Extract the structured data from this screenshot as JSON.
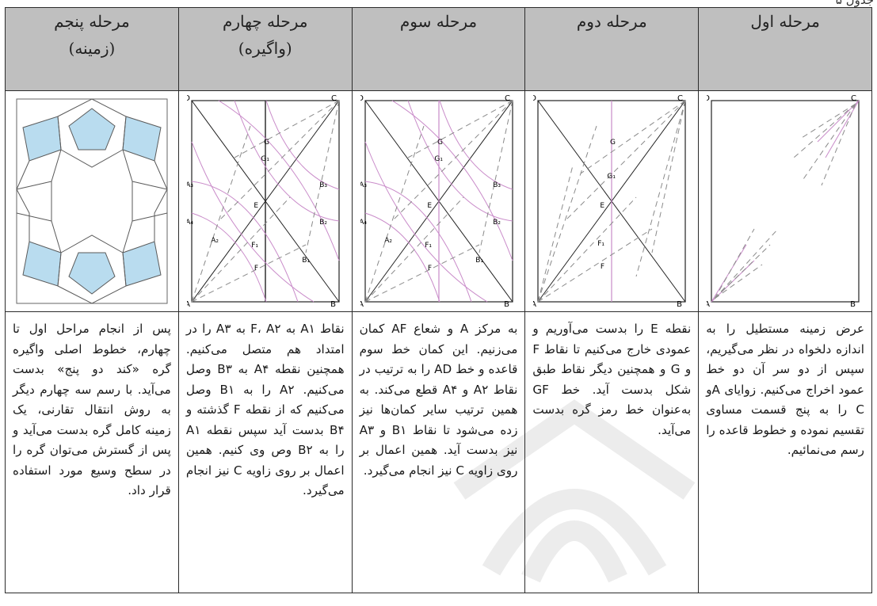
{
  "page_top_snippet": "جدول ۵",
  "columns": [
    {
      "header": [
        "مرحله اول"
      ],
      "text": "عرض زمینه مستطیل را به اندازه دلخواه در نظر می‌گیریم، سپس از دو سر آن دو خط عمود اخراج می‌کنیم. زوایای A‌و C را به پنج قسمت مساوی تقسیم نموده و خطوط قاعده را رسم می‌نمائیم."
    },
    {
      "header": [
        "مرحله دوم"
      ],
      "text": "نقطه E را بدست می‌آوریم و عمودی خارج می‌کنیم تا نقاط F و G و همچنین دیگر نقاط طبق شکل بدست آید. خط GF به‌عنوان خط رمز گره بدست می‌آید."
    },
    {
      "header": [
        "مرحله سوم"
      ],
      "text": "به مرکز A و شعاع AF کمان می‌زنیم. این کمان خط سوم قاعده و خط AD را به ترتیب در نقاط A۲ و A۴ قطع می‌کند. به همین ترتیب سایر کمان‌ها نیز زده می‌شود تا نقاط B۱ و A۳ نیز بدست آید. همین اعمال بر روی زاویه C نیز انجام می‌گیرد."
    },
    {
      "header": [
        "مرحله چهارم",
        "(واگیره)"
      ],
      "text": "نقاط A۱ به F، A۲ به A۳ را در امتداد هم متصل می‌کنیم. همچنین نقطه A۴ به B۳ وصل می‌کنیم. A۲ را به B۱ وصل می‌کنیم که از نقطه F گذشته و B۴ بدست آید سپس نقطه A۱ را به B۲ وص وی کنیم. همین اعمال بر روی زاویه C نیز انجام می‌گیرد."
    },
    {
      "header": [
        "مرحله پنجم",
        "(زمینه)"
      ],
      "text": "پس از انجام مراحل اول تا چهارم، خطوط اصلی واگیره گره «کند دو پنج» بدست می‌آید. با رسم سه چهارم دیگر به روش انتقال تقارنی، یک زمینه کامل گره بدست می‌آید و پس از گسترش می‌توان گره را در سطح وسیع مورد استفاده قرار داد."
    }
  ],
  "figure_labels": {
    "corners": [
      "A",
      "B",
      "C",
      "D"
    ],
    "points": [
      "E",
      "F",
      "F₁",
      "G",
      "G₁",
      "A₂",
      "A₃",
      "A₄",
      "B₁",
      "B₂",
      "B₃"
    ]
  },
  "colors": {
    "header_bg": "#bfbfbf",
    "construction_pink": "#c98bc9",
    "dashed_gray": "#8a8a8a",
    "tile_fill": "#b9dcef",
    "border": "#2b2b2b"
  }
}
